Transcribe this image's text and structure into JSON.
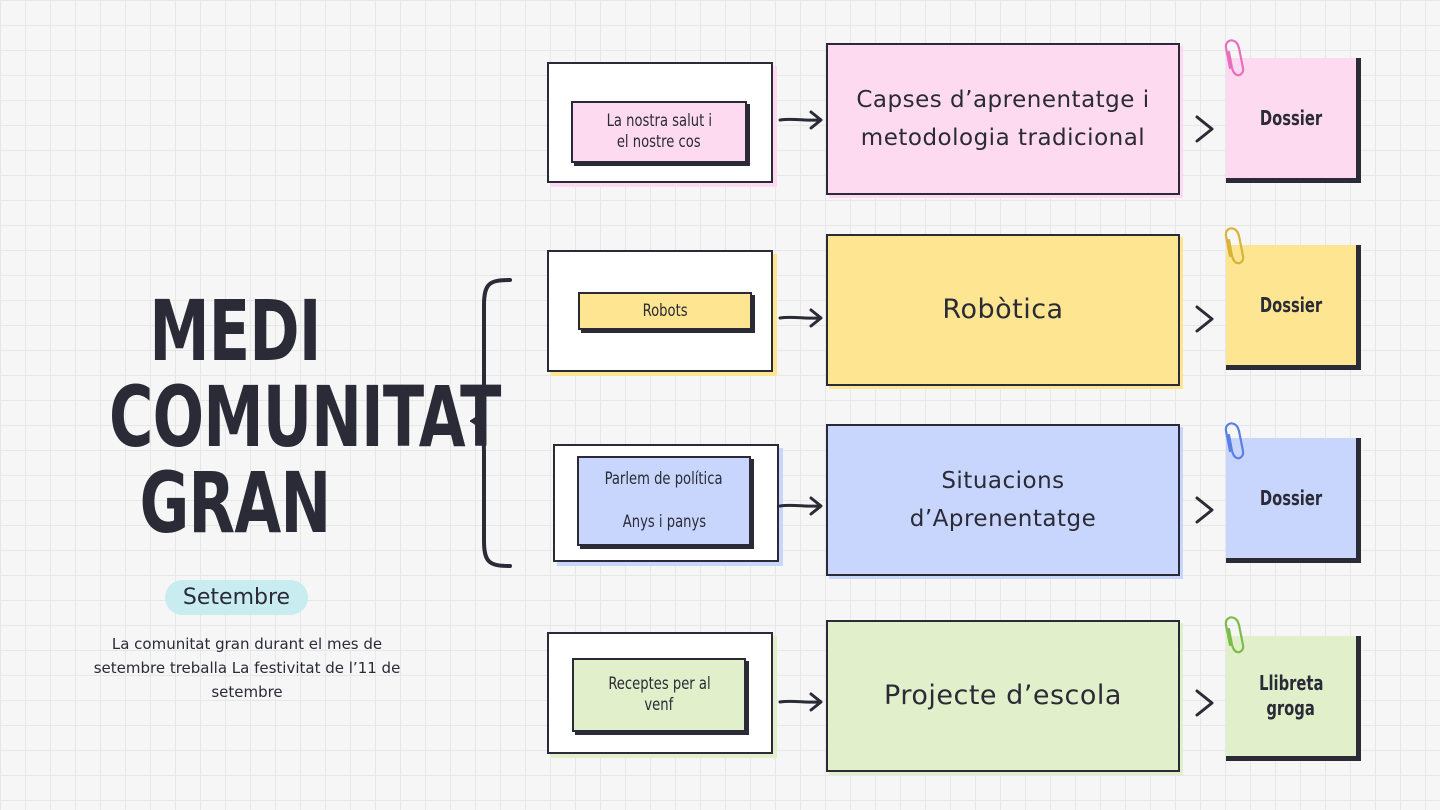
{
  "title": {
    "line1": "MEDI",
    "line2": "COMUNITAT",
    "line3": "GRAN"
  },
  "month": "Setembre",
  "description": "La comunitat gran durant el mes de setembre treballa La festivitat de l’11 de setembre",
  "colors": {
    "ink": "#2a2b36",
    "pink": "#fedaf1",
    "yellow": "#fde592",
    "blue": "#c8d6fd",
    "green": "#e1f0cb",
    "month_pill": "#c9ecf1"
  },
  "rows": [
    {
      "topic_lines": [
        "La nostra salut i",
        "el nostre cos"
      ],
      "method_lines": [
        "Capses d’aprenentatge i",
        "metodologia tradicional"
      ],
      "resource_lines": [
        "Dossier"
      ],
      "clip_icon": "paperclip-pink-icon"
    },
    {
      "topic_lines": [
        "Robots"
      ],
      "method_lines": [
        "Robòtica"
      ],
      "resource_lines": [
        "Dossier"
      ],
      "clip_icon": "paperclip-yellow-icon"
    },
    {
      "topic_lines": [
        "Parlem de política",
        "Anys i panys"
      ],
      "method_lines": [
        "Situacions",
        "d’Aprenentatge"
      ],
      "resource_lines": [
        "Dossier"
      ],
      "clip_icon": "paperclip-blue-icon"
    },
    {
      "topic_lines": [
        "Receptes per al",
        "venf"
      ],
      "method_lines": [
        "Projecte d’escola"
      ],
      "resource_lines": [
        "Llibreta",
        "groga"
      ],
      "clip_icon": "paperclip-green-icon"
    }
  ]
}
